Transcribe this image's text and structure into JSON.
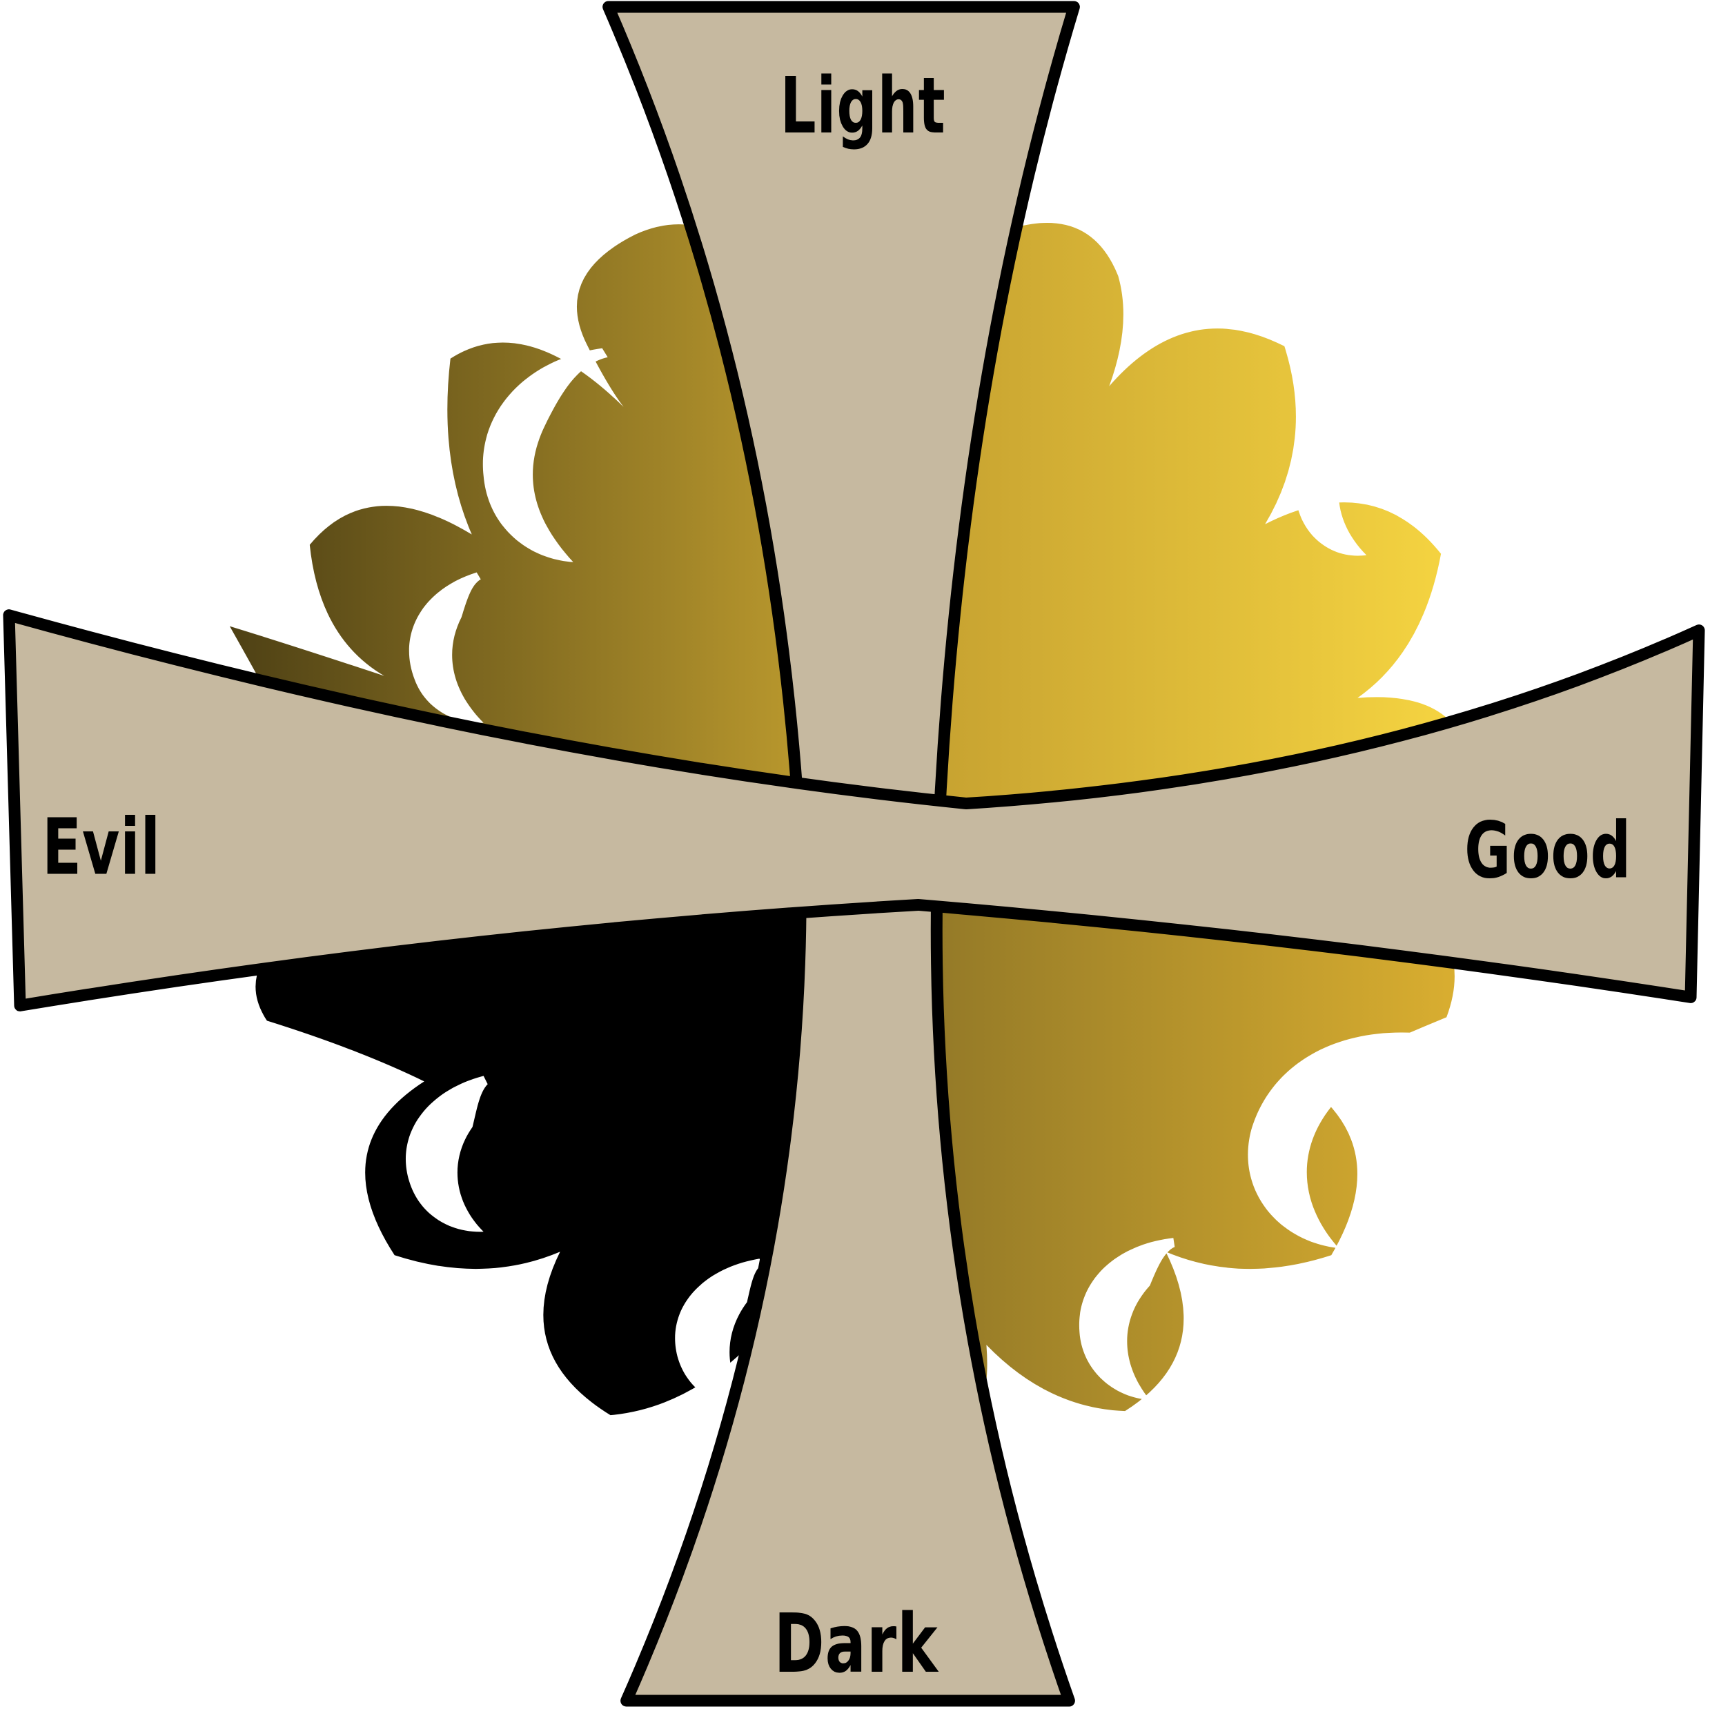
{
  "diagram": {
    "description": "Two-axis alignment diagram drawn as a cross over a quartered flame ball",
    "axis_labels": {
      "top": "Light",
      "bottom": "Dark",
      "left": "Evil",
      "right": "Good"
    },
    "colors": {
      "background": "#ffffff",
      "cross_fill": "#c6b9a0",
      "outline": "#000000",
      "flame_top_left_dark": "#473b13",
      "flame_top_left_light": "#c4a130",
      "flame_top_right_dark": "#c09b2e",
      "flame_top_right_light": "#f8d742",
      "flame_bottom_right_dark": "#8a7226",
      "flame_bottom_right_light": "#d9ae30",
      "flame_bottom_left": "#000000"
    }
  }
}
